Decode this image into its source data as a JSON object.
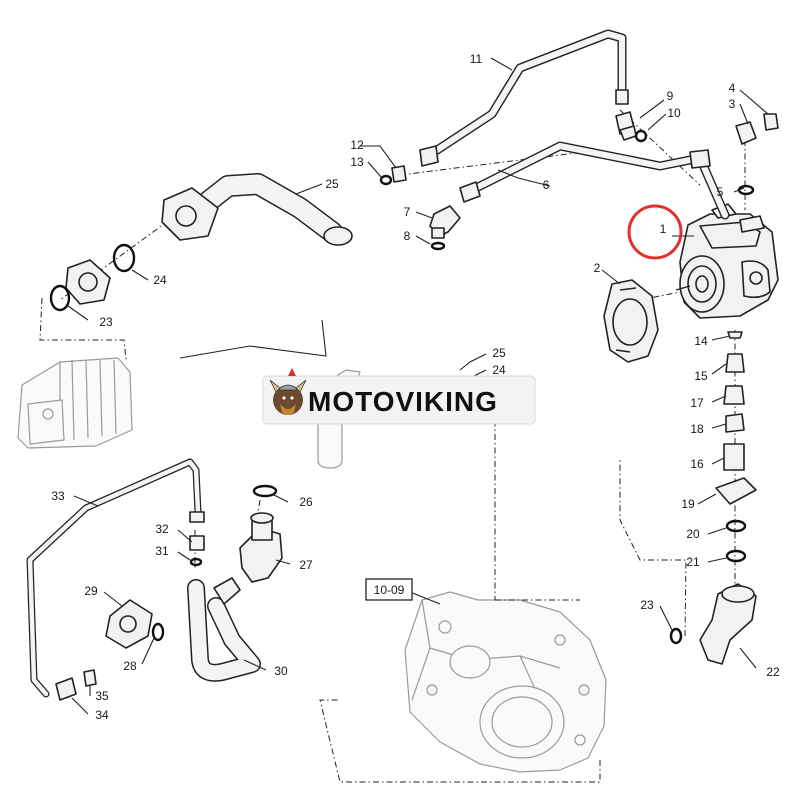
{
  "watermark": {
    "brand": "MOTOVIKING",
    "icon": "viking-mascot-logo"
  },
  "reference_box": "10-09",
  "highlight": {
    "part": "1",
    "color": "#e0312b"
  },
  "callouts": {
    "p1": "1",
    "p2": "2",
    "p3": "3",
    "p4": "4",
    "p5": "5",
    "p6": "6",
    "p7": "7",
    "p8": "8",
    "p9": "9",
    "p10": "10",
    "p11": "11",
    "p12": "12",
    "p13": "13",
    "p14": "14",
    "p15": "15",
    "p16": "16",
    "p17": "17",
    "p18": "18",
    "p19": "19",
    "p20": "20",
    "p21": "21",
    "p22": "22",
    "p23a": "23",
    "p23b": "23",
    "p24a": "24",
    "p24b": "24",
    "p25a": "25",
    "p25b": "25",
    "p26": "26",
    "p27": "27",
    "p28": "28",
    "p29": "29",
    "p30": "30",
    "p31": "31",
    "p32": "32",
    "p33": "33",
    "p34": "34",
    "p35": "35"
  }
}
